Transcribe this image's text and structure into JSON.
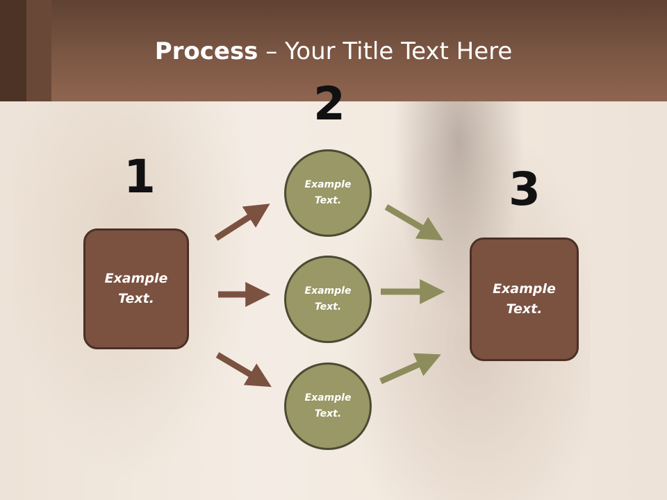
{
  "title": {
    "bold": "Process",
    "rest": " – Your Title Text Here"
  },
  "steps": {
    "one": "1",
    "two": "2",
    "three": "3"
  },
  "left_box": {
    "text": "Example Text."
  },
  "circles": [
    {
      "text": "Example Text."
    },
    {
      "text": "Example Text."
    },
    {
      "text": "Example Text."
    }
  ],
  "right_box": {
    "text": "Example Text."
  },
  "colors": {
    "banner": "#7c5744",
    "box_fill": "#7b5140",
    "circle_fill": "#999866",
    "arrow_brown": "#7b5140",
    "arrow_olive": "#8d8c5c"
  }
}
